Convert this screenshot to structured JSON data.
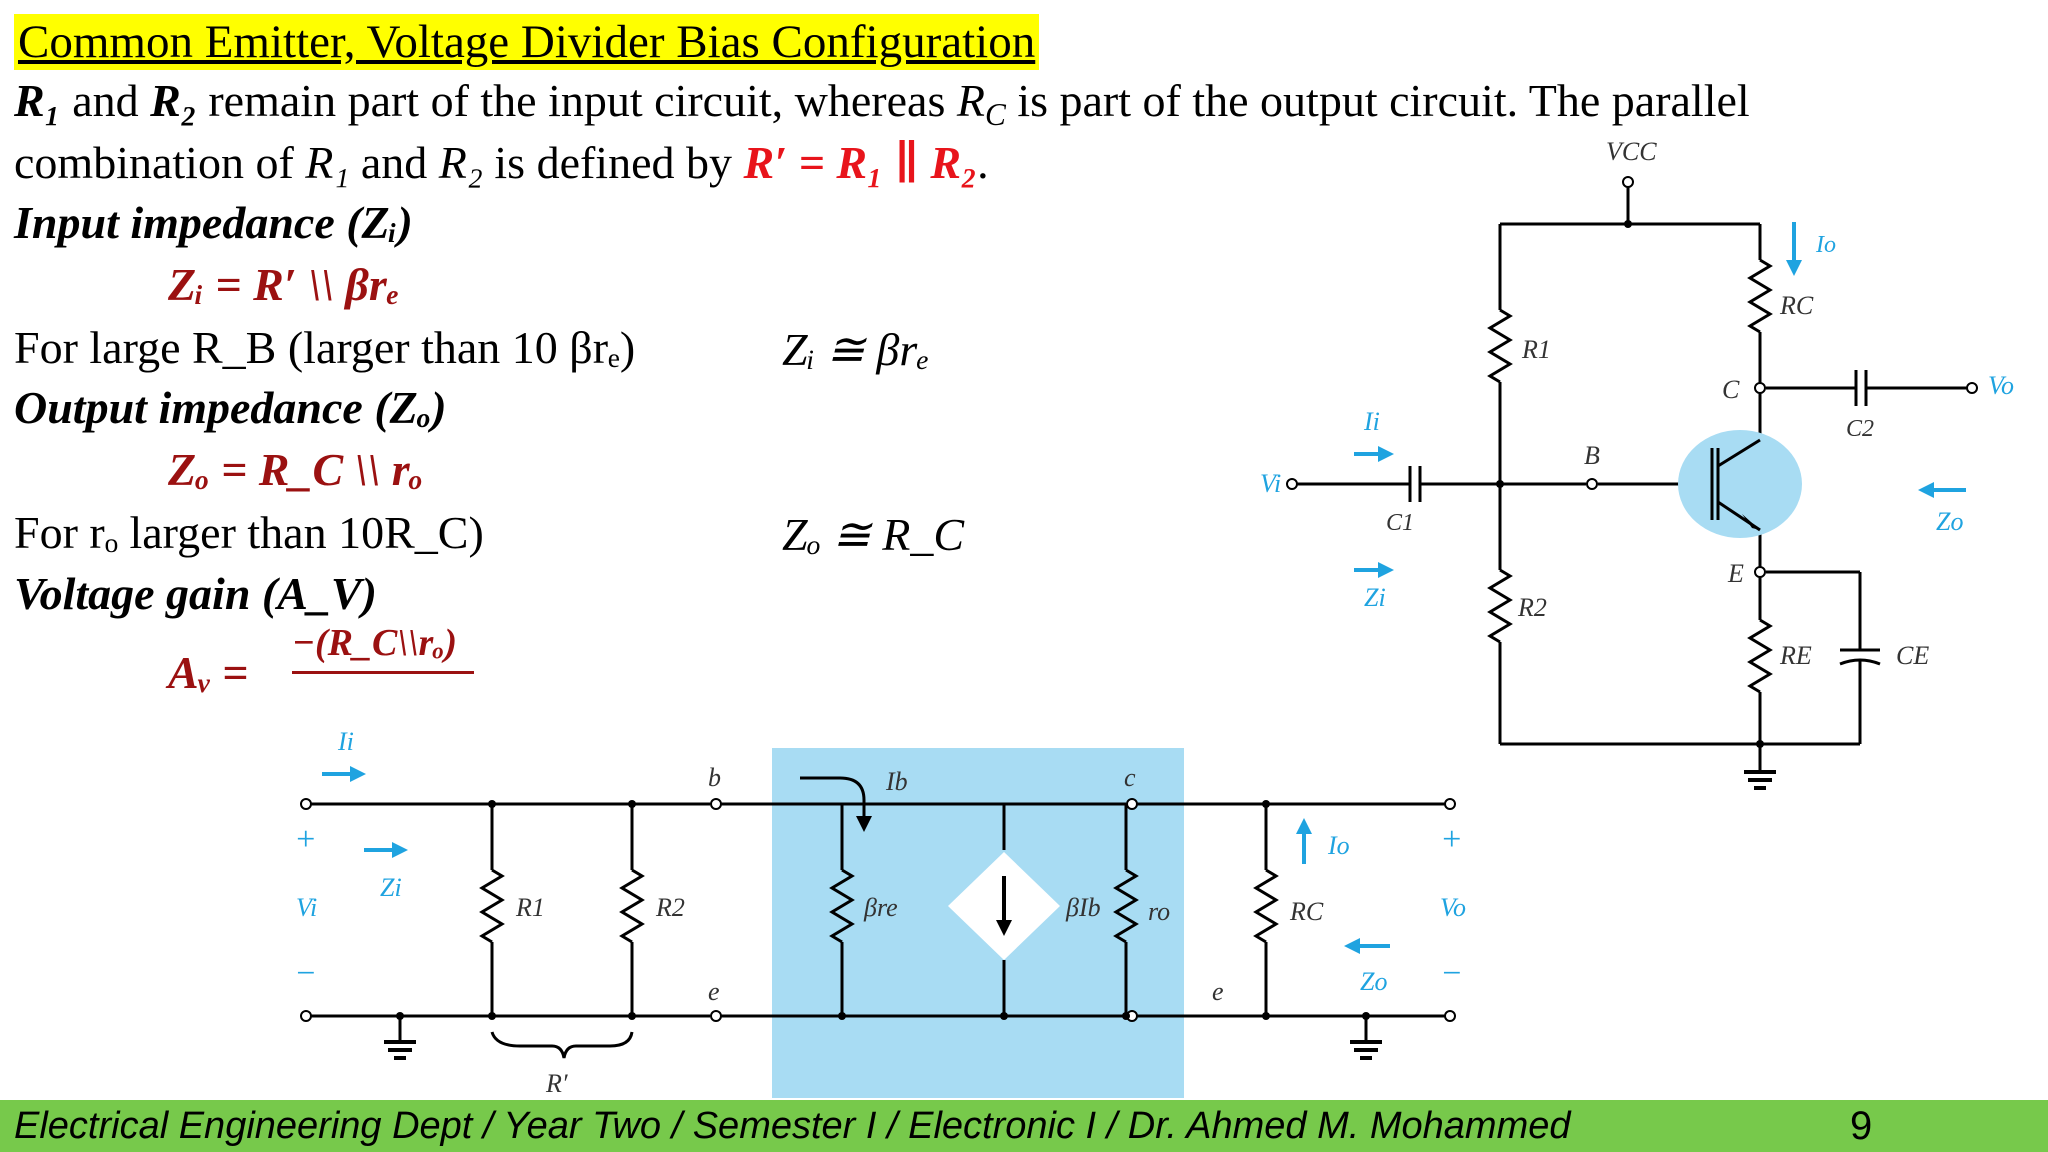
{
  "slide": {
    "title": "Common Emitter, Voltage Divider Bias Configuration",
    "intro": {
      "r1": "R₁",
      "and": " and ",
      "r2": "R₂",
      "text1": " remain part of the input circuit, whereas ",
      "rc": "R",
      "rc_sub": "C",
      "text2": " is part of the output circuit. The parallel",
      "text3": "combination of ",
      "r1b": "R₁",
      "and2": " and ",
      "r2b": "R₂",
      "text4": " is defined by ",
      "formula": "R′ = R₁ ∥ R₂",
      "period": "."
    },
    "input_heading": "Input impedance (Zᵢ)",
    "zi_formula": "Zᵢ = R′ \\\\ βrₑ",
    "zi_condition": "For large R_B (larger than 10 βrₑ)",
    "zi_approx": "Zᵢ ≅ βrₑ",
    "output_heading": "Output impedance (Zₒ)",
    "zo_formula": "Zₒ = R_C \\\\ rₒ",
    "zo_condition": "For rₒ larger than 10R_C)",
    "zo_approx": "Zₒ ≅ R_C",
    "gain_heading": "Voltage gain (A_V)",
    "av_lhs": "Aᵥ =",
    "av_num": "−(R_C\\\\rₒ)"
  },
  "circuit_top": {
    "vcc": "VCC",
    "io": "Io",
    "rc": "RC",
    "r1": "R1",
    "c": "C",
    "c2": "C2",
    "vo": "Vo",
    "ii": "Ii",
    "b": "B",
    "vi": "Vi",
    "c1": "C1",
    "zo": "Zo",
    "e": "E",
    "zi": "Zi",
    "r2": "R2",
    "re": "RE",
    "ce": "CE"
  },
  "circuit_bottom": {
    "ii": "Ii",
    "b": "b",
    "ib": "Ib",
    "c": "c",
    "plus_in": "+",
    "zi": "Zi",
    "vi": "Vi",
    "r1": "R1",
    "r2": "R2",
    "bre": "βre",
    "bib": "βIb",
    "ro": "ro",
    "io": "Io",
    "rc": "RC",
    "plus_out": "+",
    "vo": "Vo",
    "minus_in": "−",
    "e1": "e",
    "e2": "e",
    "zo": "Zo",
    "minus_out": "−",
    "rprime": "R′"
  },
  "footer": {
    "text": "Electrical Engineering Dept / Year Two / Semester I / Electronic I / Dr. Ahmed M. Mohammed",
    "page": "9"
  },
  "colors": {
    "highlight": "#ffff00",
    "accent_red": "#e8141b",
    "dark_red": "#9b1111",
    "blue": "#1fa3e0",
    "light_blue": "#a8dcf3",
    "footer_green": "#77c94b"
  }
}
